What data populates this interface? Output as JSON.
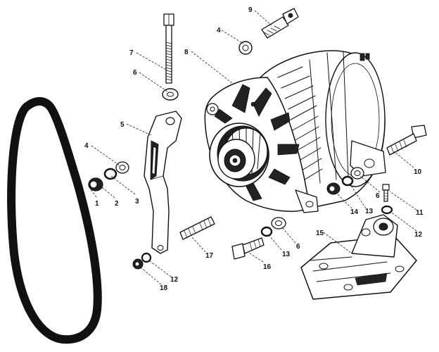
{
  "callouts": [
    {
      "id": "label-1",
      "text": "1"
    },
    {
      "id": "label-2",
      "text": "2"
    },
    {
      "id": "label-3",
      "text": "3"
    },
    {
      "id": "label-4a",
      "text": "4"
    },
    {
      "id": "label-4b",
      "text": "4"
    },
    {
      "id": "label-5",
      "text": "5"
    },
    {
      "id": "label-6a",
      "text": "6"
    },
    {
      "id": "label-6b",
      "text": "6"
    },
    {
      "id": "label-6c",
      "text": "6"
    },
    {
      "id": "label-7",
      "text": "7"
    },
    {
      "id": "label-8",
      "text": "8"
    },
    {
      "id": "label-9",
      "text": "9"
    },
    {
      "id": "label-10",
      "text": "10"
    },
    {
      "id": "label-11",
      "text": "11"
    },
    {
      "id": "label-12a",
      "text": "12"
    },
    {
      "id": "label-12b",
      "text": "12"
    },
    {
      "id": "label-13a",
      "text": "13"
    },
    {
      "id": "label-13b",
      "text": "13"
    },
    {
      "id": "label-14",
      "text": "14"
    },
    {
      "id": "label-15",
      "text": "15"
    },
    {
      "id": "label-16",
      "text": "16"
    },
    {
      "id": "label-17",
      "text": "17"
    },
    {
      "id": "label-18",
      "text": "18"
    }
  ]
}
